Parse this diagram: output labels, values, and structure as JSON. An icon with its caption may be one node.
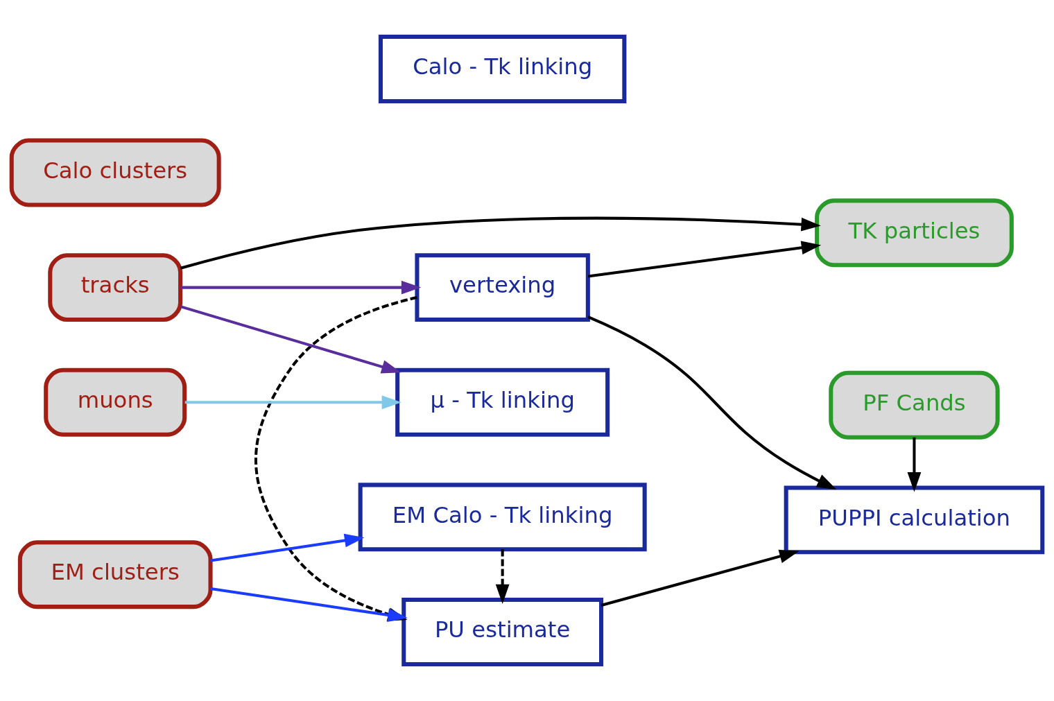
{
  "diagram": {
    "nodes": [
      {
        "text": [
          "vertexing"
        ]
      },
      {
        "text": [
          "tracks"
        ]
      },
      {
        "text": [
          "TK particles"
        ]
      },
      {
        "text": [
          "Calo clusters"
        ]
      },
      {
        "text": [
          "EM clusters"
        ]
      },
      {
        "text": [
          "PU estimate"
        ]
      },
      {
        "text": [
          "PUPPI calculation"
        ]
      },
      {
        "text": [
          "muons"
        ]
      },
      {
        "text": [
          "μ - Tk linking"
        ]
      },
      {
        "text": [
          "EM Calo - Tk linking"
        ]
      },
      {
        "text": [
          "Calo - Tk linking"
        ]
      },
      {
        "text": [
          "PF Cands"
        ]
      }
    ],
    "edges": [
      {
        "from": 1,
        "to": 0,
        "arrow": "to",
        "color": "#5a2d9c"
      },
      {
        "from": 1,
        "to": 2,
        "arrow": "to"
      },
      {
        "from": 0,
        "to": 2,
        "arrow": "to"
      },
      {
        "from": 0,
        "to": 6,
        "arrow": "to"
      },
      {
        "from": 0,
        "to": 5,
        "arrow": "to",
        "style": "dashed"
      },
      {
        "from": 1,
        "to": 8,
        "arrow": "to",
        "color": "#5a2d9c"
      },
      {
        "from": 4,
        "to": 5,
        "arrow": "to",
        "color": "#1a3cff"
      },
      {
        "from": 4,
        "to": 9,
        "arrow": "to",
        "color": "#1a3cff"
      },
      {
        "from": 5,
        "to": 6,
        "arrow": "to"
      },
      {
        "from": 9,
        "to": 5,
        "arrow": "to",
        "style": "dashed"
      },
      {
        "from": 7,
        "to": 8,
        "arrow": "to",
        "color": "#80c8e8"
      },
      {
        "from": 11,
        "to": 6,
        "arrow": "to"
      }
    ]
  }
}
